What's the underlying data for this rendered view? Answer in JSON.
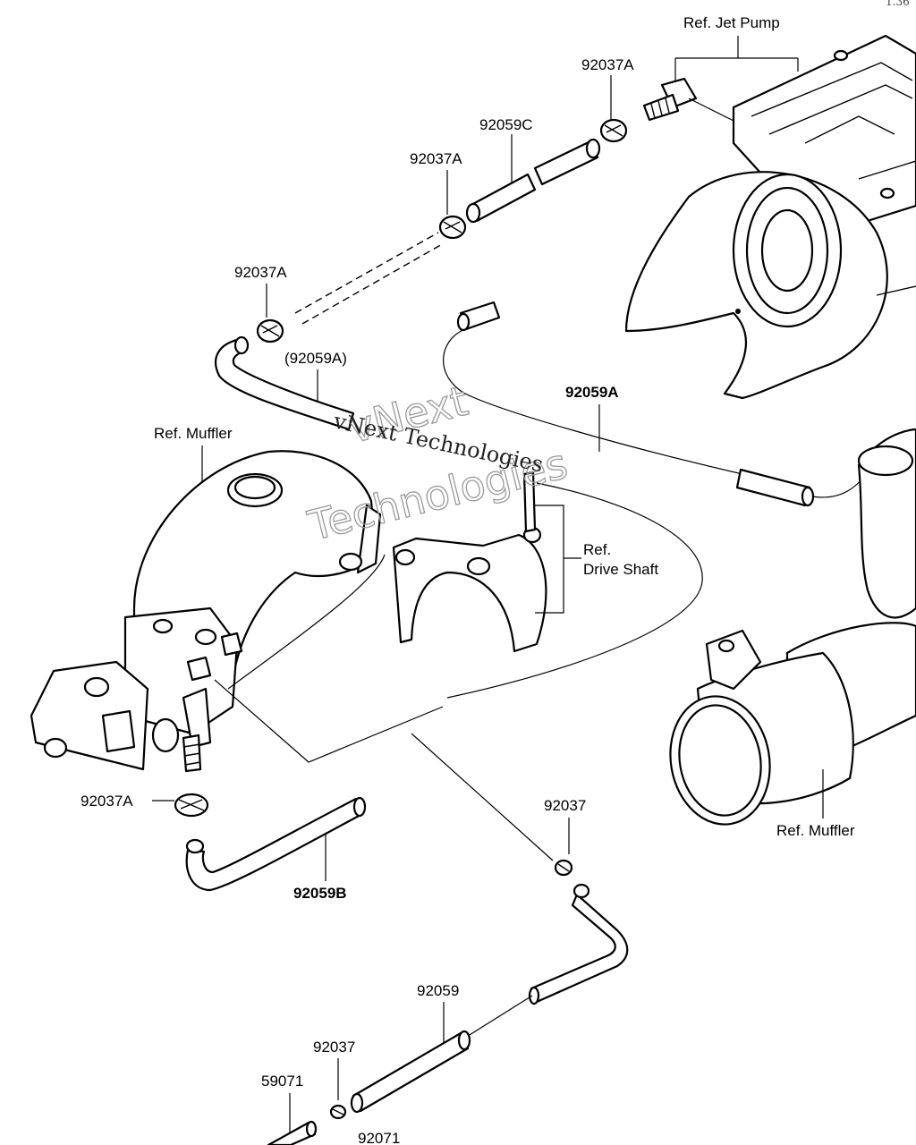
{
  "diagram": {
    "page_code": "1.36",
    "watermark": {
      "outline_line1": "vNext",
      "outline_line2": "Technologies",
      "text": "vNext Technologies"
    },
    "labels": {
      "ref_jet_pump": "Ref. Jet Pump",
      "clamp_top": "92037A",
      "hose_c": "92059C",
      "clamp_mid": "92037A",
      "clamp_upper_left": "92037A",
      "hose_a_paren": "(92059A)",
      "hose_a": "92059A",
      "ref_muffler_left": "Ref. Muffler",
      "ref_drive_shaft_1": "Ref.",
      "ref_drive_shaft_2": "Drive Shaft",
      "clamp_left": "92037A",
      "clamp_right": "92037",
      "ref_muffler_right": "Ref. Muffler",
      "hose_b": "92059B",
      "hose_lower": "92059",
      "clamp_bottom": "92037",
      "fitting": "59071",
      "hose_bottom": "92071"
    }
  }
}
